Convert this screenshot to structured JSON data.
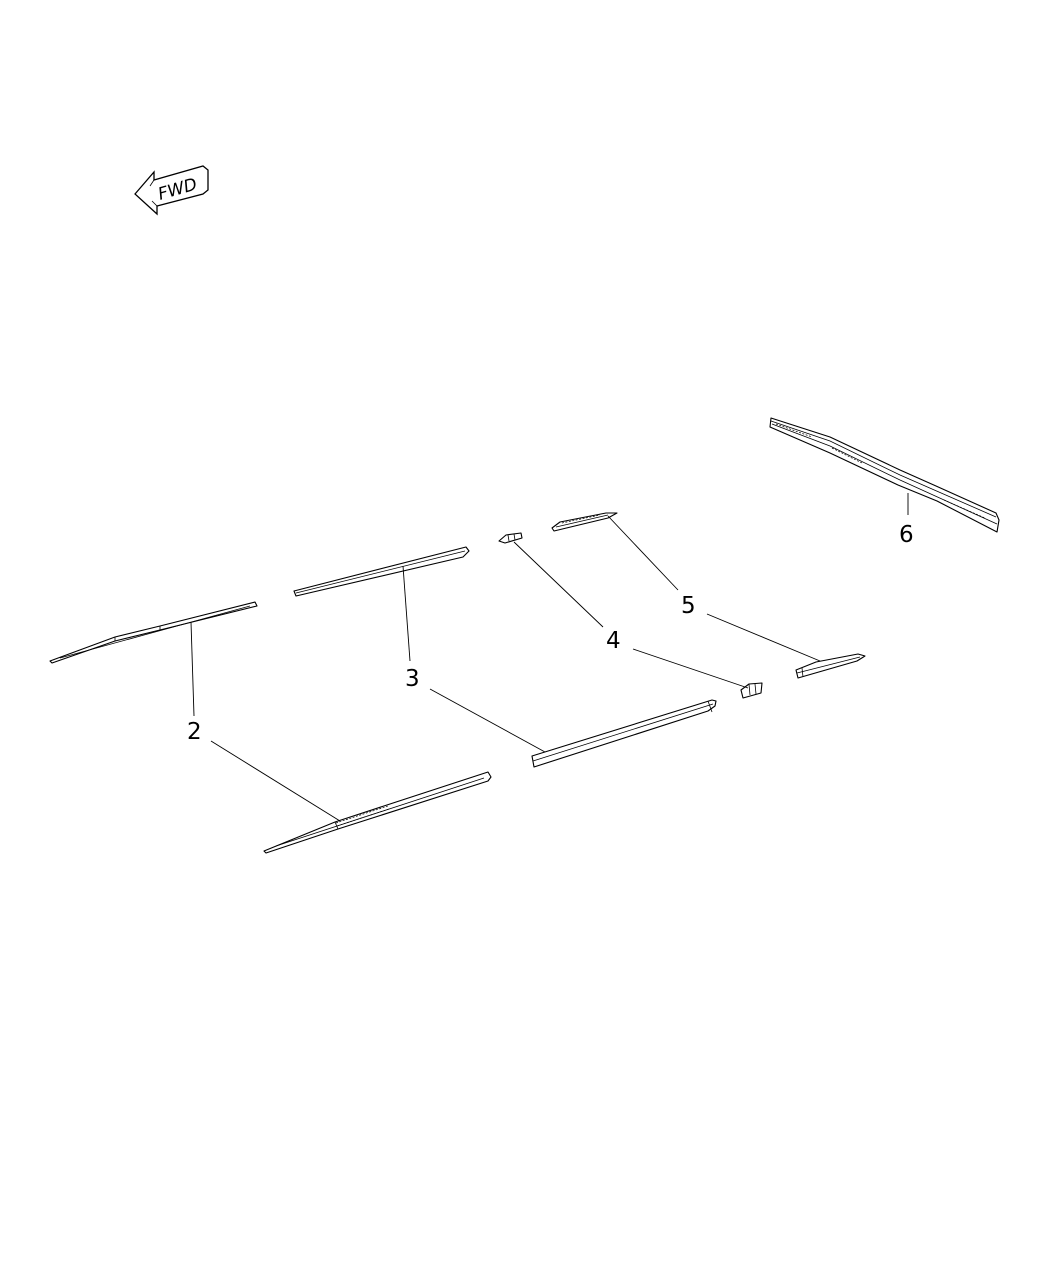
{
  "fwd_indicator": {
    "label": "FWD"
  },
  "callouts": [
    {
      "id": "2",
      "label": "2"
    },
    {
      "id": "3",
      "label": "3"
    },
    {
      "id": "4",
      "label": "4"
    },
    {
      "id": "5",
      "label": "5"
    },
    {
      "id": "6",
      "label": "6"
    }
  ]
}
